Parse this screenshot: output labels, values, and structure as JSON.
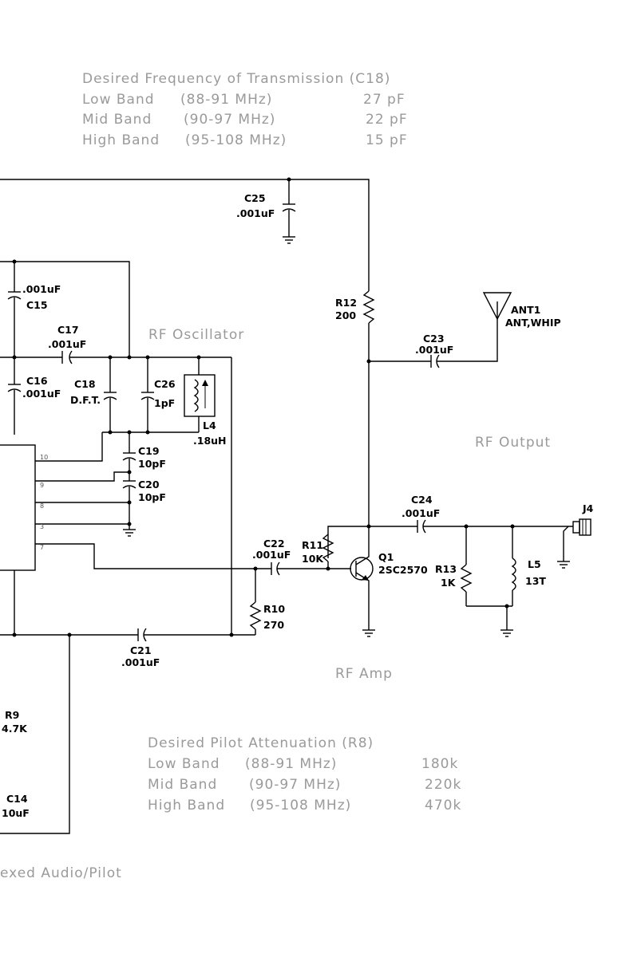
{
  "freq_table": {
    "title": "Desired Frequency of Transmission (C18)",
    "rows": [
      {
        "band": "Low Band",
        "range": "(88-91 MHz)",
        "value": "27 pF"
      },
      {
        "band": "Mid Band",
        "range": "(90-97 MHz)",
        "value": "22 pF"
      },
      {
        "band": "High Band",
        "range": "(95-108 MHz)",
        "value": "15 pF"
      }
    ]
  },
  "pilot_table": {
    "title": "Desired Pilot Attenuation (R8)",
    "rows": [
      {
        "band": "Low Band",
        "range": "(88-91 MHz)",
        "value": "180k"
      },
      {
        "band": "Mid Band",
        "range": "(90-97 MHz)",
        "value": "220k"
      },
      {
        "band": "High Band",
        "range": "(95-108 MHz)",
        "value": "470k"
      }
    ]
  },
  "sections": {
    "rf_oscillator": "RF Oscillator",
    "rf_output": "RF Output",
    "rf_amp": "RF Amp",
    "audio_pilot": "exed Audio/Pilot"
  },
  "components": {
    "c25": {
      "ref": "C25",
      "value": ".001uF"
    },
    "c15": {
      "ref": "C15",
      "value": ".001uF"
    },
    "c17": {
      "ref": "C17",
      "value": ".001uF"
    },
    "c16": {
      "ref": "C16",
      "value": ".001uF"
    },
    "c18": {
      "ref": "C18",
      "value": "D.F.T."
    },
    "c26": {
      "ref": "C26",
      "value": "1pF"
    },
    "l4": {
      "ref": "L4",
      "value": ".18uH"
    },
    "c19": {
      "ref": "C19",
      "value": "10pF"
    },
    "c20": {
      "ref": "C20",
      "value": "10pF"
    },
    "r12": {
      "ref": "R12",
      "value": "200"
    },
    "ant1": {
      "ref": "ANT1",
      "value": "ANT,WHIP"
    },
    "c23": {
      "ref": "C23",
      "value": ".001uF"
    },
    "c24": {
      "ref": "C24",
      "value": ".001uF"
    },
    "j4": {
      "ref": "J4"
    },
    "c22": {
      "ref": "C22",
      "value": ".001uF"
    },
    "r11": {
      "ref": "R11",
      "value": "10K"
    },
    "q1": {
      "ref": "Q1",
      "value": "2SC2570"
    },
    "r13": {
      "ref": "R13",
      "value": "1K"
    },
    "l5": {
      "ref": "L5",
      "value": "13T"
    },
    "r10": {
      "ref": "R10",
      "value": "270"
    },
    "c21": {
      "ref": "C21",
      "value": ".001uF"
    },
    "r9": {
      "ref": "R9",
      "value": "4.7K"
    },
    "c14": {
      "ref": "C14",
      "value": "10uF"
    }
  },
  "ic_pins": [
    "10",
    "9",
    "8",
    "3",
    "7"
  ]
}
